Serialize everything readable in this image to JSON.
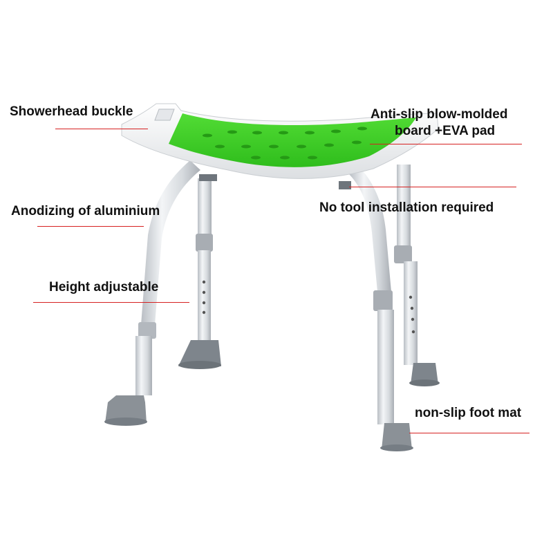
{
  "callouts": {
    "showerhead_buckle": "Showerhead buckle",
    "anti_slip_line1": "Anti-slip blow-molded",
    "anti_slip_line2": "board +EVA pad",
    "anodizing": "Anodizing of aluminium",
    "no_tool": "No tool installation required",
    "height_adjustable": "Height adjustable",
    "foot_mat": "non-slip foot mat"
  },
  "colors": {
    "leader_line": "#d62020",
    "seat_pad": "#3ecf24",
    "seat_board": "#f4f4f4",
    "aluminium": "#d9dce0",
    "rubber_foot": "#8d9399"
  }
}
